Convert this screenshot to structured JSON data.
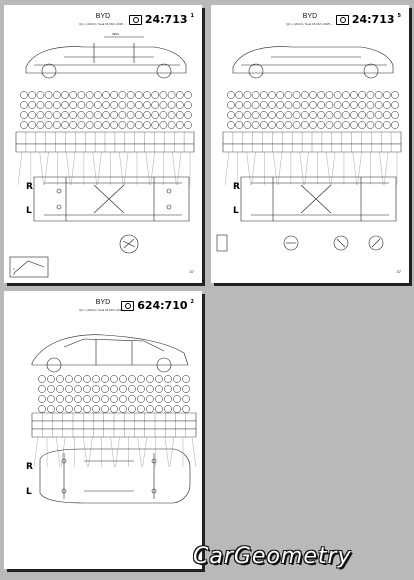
{
  "sheets": [
    {
      "brand": "BYD",
      "model": "Qin L (2024) / Seal 06 DM-i 2025 →",
      "code": "24:713",
      "sup": "1",
      "page": "37",
      "left": "R",
      "right": "L"
    },
    {
      "brand": "BYD",
      "model": "Qin L (2024) / Seal 06 DM-i 2025 →",
      "code": "24:713",
      "sup": "5",
      "page": "37",
      "left": "R",
      "right": "L"
    },
    {
      "brand": "BYD",
      "model": "Qin L (2024) / Seal 06 DM-i 2025 →",
      "code": "624:710",
      "sup": "2",
      "page": "",
      "left": "R",
      "right": "L"
    }
  ],
  "watermark": "CarGeometry",
  "icons": [
    "camera-icon"
  ]
}
